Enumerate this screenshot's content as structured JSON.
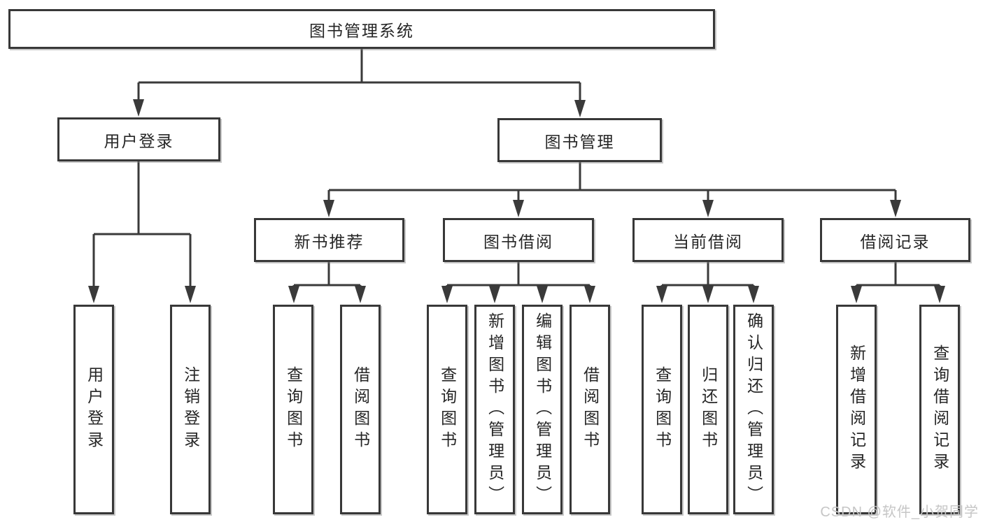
{
  "diagram": {
    "root": {
      "label": "图书管理系统"
    },
    "level2": [
      {
        "label": "用户登录"
      },
      {
        "label": "图书管理"
      }
    ],
    "level3": [
      {
        "label": "新书推荐"
      },
      {
        "label": "图书借阅"
      },
      {
        "label": "当前借阅"
      },
      {
        "label": "借阅记录"
      }
    ],
    "leaves": {
      "user_login": [
        {
          "label": "用户登录"
        },
        {
          "label": "注销登录"
        }
      ],
      "new_book": [
        {
          "label": "查询图书"
        },
        {
          "label": "借阅图书"
        }
      ],
      "book_borrow": [
        {
          "label": "查询图书"
        },
        {
          "label": "新增图书（管理员）"
        },
        {
          "label": "编辑图书（管理员）"
        },
        {
          "label": "借阅图书"
        }
      ],
      "current_borrow": [
        {
          "label": "查询图书"
        },
        {
          "label": "归还图书"
        },
        {
          "label": "确认归还（管理员）"
        }
      ],
      "borrow_records": [
        {
          "label": "新增借阅记录"
        },
        {
          "label": "查询借阅记录"
        }
      ]
    },
    "colors": {
      "line": "#3a3a3a",
      "box_border": "#383838",
      "text": "#262626",
      "background": "#ffffff"
    }
  },
  "watermark": {
    "text": "CSDN @软件_小贺同学",
    "color": "#c6c6c6"
  }
}
